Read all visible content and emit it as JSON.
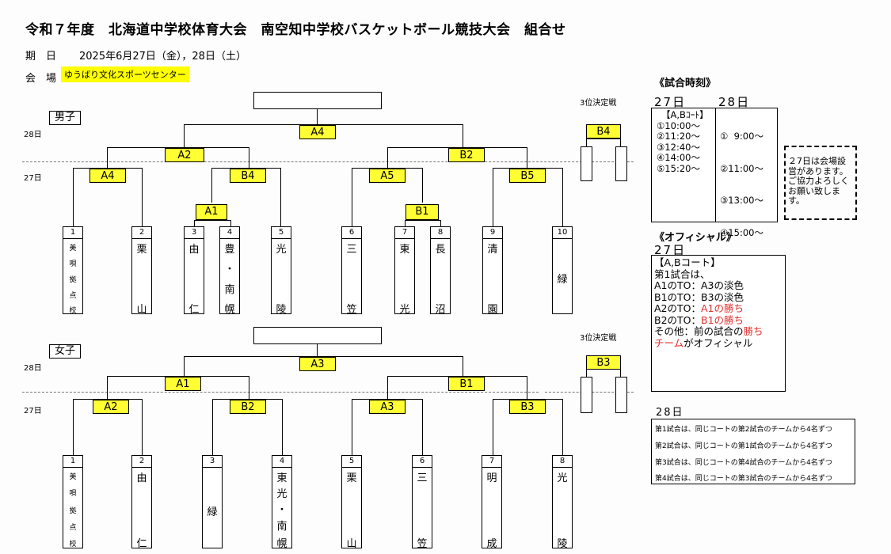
{
  "header": {
    "title": "令和７年度　北海道中学校体育大会　南空知中学校バスケットボール競技大会　組合せ",
    "date_label": "期　日",
    "date_value": "2025年6月27日（金），28日（土）",
    "venue_label": "会　場",
    "venue_value": "ゆうばり文化スポーツセンター"
  },
  "days": {
    "d27": "27日",
    "d28": "28日"
  },
  "third_place_label": "3位決定戦",
  "boys": {
    "label": "男子",
    "teams": [
      {
        "num": "1",
        "name": [
          "美",
          "唄",
          "拠",
          "点",
          "校"
        ]
      },
      {
        "num": "2",
        "name": [
          "栗",
          "山"
        ]
      },
      {
        "num": "3",
        "name": [
          "由",
          "仁"
        ]
      },
      {
        "num": "4",
        "name": [
          "豊",
          "・",
          "南",
          "幌"
        ]
      },
      {
        "num": "5",
        "name": [
          "光",
          "陵"
        ]
      },
      {
        "num": "6",
        "name": [
          "三",
          "笠"
        ]
      },
      {
        "num": "7",
        "name": [
          "東",
          "光"
        ]
      },
      {
        "num": "8",
        "name": [
          "長",
          "沼"
        ]
      },
      {
        "num": "9",
        "name": [
          "清",
          "園"
        ]
      },
      {
        "num": "10",
        "name": [
          "緑"
        ]
      }
    ],
    "games": {
      "a4": "A4",
      "a2": "A2",
      "b2": "B2",
      "a4r1": "A4",
      "b4r1": "B4",
      "a5": "A5",
      "b5": "B5",
      "a1": "A1",
      "b1": "B1",
      "third": "B4"
    }
  },
  "girls": {
    "label": "女子",
    "teams": [
      {
        "num": "1",
        "name": [
          "美",
          "唄",
          "拠",
          "点",
          "校"
        ]
      },
      {
        "num": "2",
        "name": [
          "由",
          "仁"
        ]
      },
      {
        "num": "3",
        "name": [
          "緑"
        ]
      },
      {
        "num": "4",
        "name": [
          "東",
          "光",
          "・",
          "南",
          "幌"
        ]
      },
      {
        "num": "5",
        "name": [
          "栗",
          "山"
        ]
      },
      {
        "num": "6",
        "name": [
          "三",
          "笠"
        ]
      },
      {
        "num": "7",
        "name": [
          "明",
          "成"
        ]
      },
      {
        "num": "8",
        "name": [
          "光",
          "陵"
        ]
      }
    ],
    "games": {
      "a3": "A3",
      "a1": "A1",
      "b1": "B1",
      "a2": "A2",
      "b2": "B2",
      "a3r1": "A3",
      "b3": "B3",
      "third": "B3"
    }
  },
  "schedule": {
    "heading": "《試合時刻》",
    "day27": "27日",
    "day28": "28日",
    "col27": [
      "【A,Bｺｰﾄ】",
      "①10:00〜",
      "②11:20〜",
      "③12:40〜",
      "④14:00〜",
      "⑤15:20〜"
    ],
    "col28": [
      "①  9:00〜",
      "②11:00〜",
      "③13:00〜",
      "④15:00〜"
    ],
    "note": [
      "２7日は会場設",
      "営があります。",
      "ご協力よろしく",
      "お願い致しま",
      "す。"
    ]
  },
  "official": {
    "heading": "《オフィシャル》",
    "day27": "27日",
    "court": "【A,Bコート】",
    "first": "第1試合は、",
    "l1": "A1のTO：A3の淡色",
    "l2": "B1のTO：B3の淡色",
    "l3a": "A2のTO：",
    "l3b": "A1の勝ち",
    "l4a": "B2のTO：",
    "l4b": "B1の勝ち",
    "l5a": "その他：前の試合の",
    "l5b": "勝ち",
    "l6a": "チーム",
    "l6b": "がオフィシャル"
  },
  "day28_rules": {
    "heading": "28日",
    "rows": [
      "第1試合は、同じコートの第2試合のチームから4名ずつ",
      "第2試合は、同じコートの第1試合のチームから4名ずつ",
      "第3試合は、同じコートの第4試合のチームから4名ずつ",
      "第4試合は、同じコートの第3試合のチームから4名ずつ"
    ]
  }
}
